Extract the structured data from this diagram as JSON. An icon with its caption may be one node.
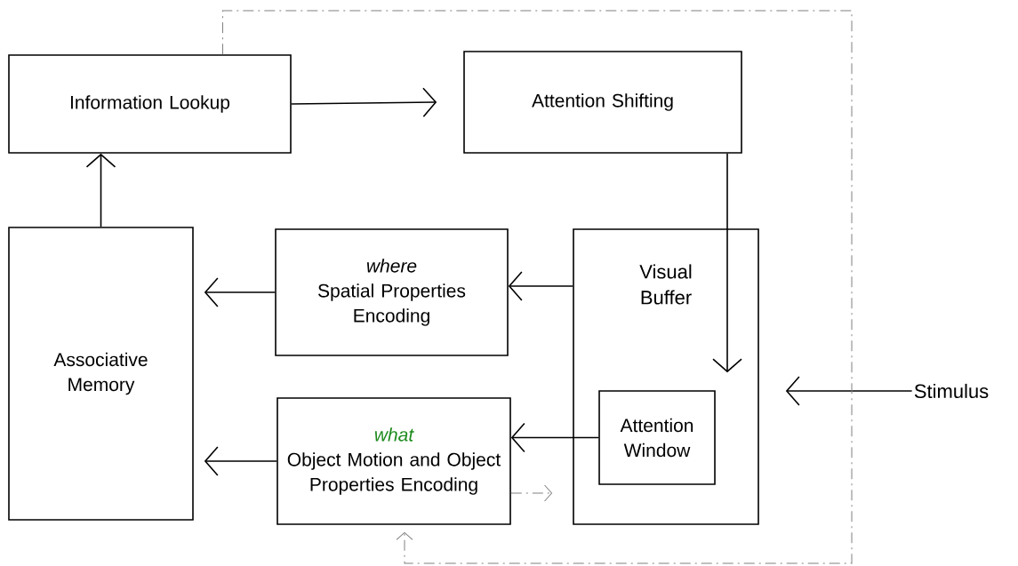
{
  "diagram": {
    "nodes": [
      {
        "text": [
          "Information Lookup"
        ]
      },
      {
        "text": [
          "Attention Shifting"
        ]
      },
      {
        "text": [
          "Associative Memory"
        ]
      },
      {
        "text": [
          "where",
          "Spatial Properties Encoding"
        ]
      },
      {
        "text": [
          "Visual Buffer"
        ]
      },
      {
        "text": [
          "Attention Window"
        ],
        "in": 4
      },
      {
        "text": [
          "what",
          "Object Motion and Object Properties Encoding"
        ]
      },
      {
        "text": [
          "Stimulus"
        ]
      }
    ],
    "edges": [
      {
        "from": 0,
        "to": 1,
        "arrow": "to"
      },
      {
        "from": 1,
        "to": 4,
        "arrow": "to"
      },
      {
        "from": 2,
        "to": 0,
        "arrow": "to"
      },
      {
        "from": 4,
        "to": 3,
        "arrow": "to"
      },
      {
        "from": 3,
        "to": 2,
        "arrow": "to"
      },
      {
        "from": 5,
        "to": 6,
        "arrow": "to"
      },
      {
        "from": 6,
        "to": 2,
        "arrow": "to"
      },
      {
        "from": 7,
        "to": 4,
        "arrow": "to"
      },
      {
        "from": 0,
        "to": 6,
        "arrow": "to",
        "style": "dashed",
        "color": "#808080"
      },
      {
        "from": 6,
        "to": 4,
        "arrow": "to",
        "style": "dashed",
        "color": "#808080"
      }
    ]
  }
}
